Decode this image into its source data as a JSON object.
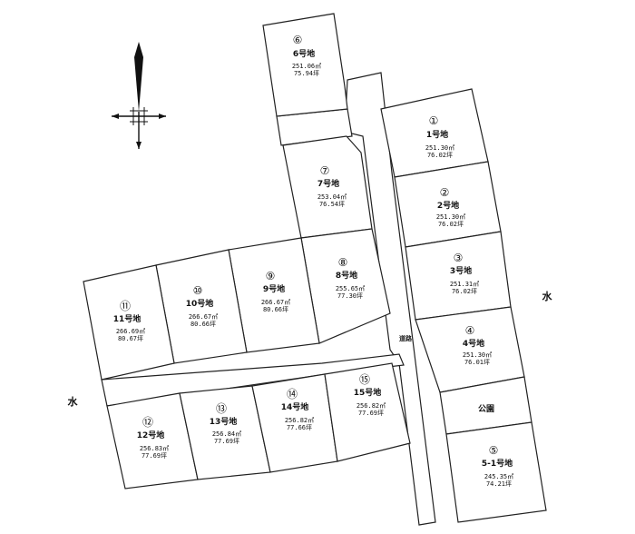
{
  "lots": [
    {
      "id": "1",
      "circle": "①",
      "name": "1号地",
      "area_m2": "251.30㎡",
      "area_tsubo": "76.02坪"
    },
    {
      "id": "2",
      "circle": "②",
      "name": "2号地",
      "area_m2": "251.30㎡",
      "area_tsubo": "76.02坪"
    },
    {
      "id": "3",
      "circle": "③",
      "name": "3号地",
      "area_m2": "251.31㎡",
      "area_tsubo": "76.02坪"
    },
    {
      "id": "4",
      "circle": "④",
      "name": "4号地",
      "area_m2": "251.30㎡",
      "area_tsubo": "76.01坪"
    },
    {
      "id": "5",
      "circle": "⑤",
      "name": "5-1号地",
      "area_m2": "245.35㎡",
      "area_tsubo": "74.21坪"
    },
    {
      "id": "6",
      "circle": "⑥",
      "name": "6号地",
      "area_m2": "251.06㎡",
      "area_tsubo": "75.94坪"
    },
    {
      "id": "7",
      "circle": "⑦",
      "name": "7号地",
      "area_m2": "253.04㎡",
      "area_tsubo": "76.54坪"
    },
    {
      "id": "8",
      "circle": "⑧",
      "name": "8号地",
      "area_m2": "255.65㎡",
      "area_tsubo": "77.30坪"
    },
    {
      "id": "9",
      "circle": "⑨",
      "name": "9号地",
      "area_m2": "266.67㎡",
      "area_tsubo": "80.66坪"
    },
    {
      "id": "10",
      "circle": "⑩",
      "name": "10号地",
      "area_m2": "266.67㎡",
      "area_tsubo": "80.66坪"
    },
    {
      "id": "11",
      "circle": "⑪",
      "name": "11号地",
      "area_m2": "266.69㎡",
      "area_tsubo": "80.67坪"
    },
    {
      "id": "12",
      "circle": "⑫",
      "name": "12号地",
      "area_m2": "256.83㎡",
      "area_tsubo": "77.69坪"
    },
    {
      "id": "13",
      "circle": "⑬",
      "name": "13号地",
      "area_m2": "256.84㎡",
      "area_tsubo": "77.69坪"
    },
    {
      "id": "14",
      "circle": "⑭",
      "name": "14号地",
      "area_m2": "256.82㎡",
      "area_tsubo": "77.66坪"
    },
    {
      "id": "15",
      "circle": "⑮",
      "name": "15号地",
      "area_m2": "256.82㎡",
      "area_tsubo": "77.69坪"
    }
  ],
  "park_label": "公園",
  "road_label": "道路",
  "water_left": "水",
  "water_right": "水",
  "compass_icon": "north-arrow-compass-icon"
}
